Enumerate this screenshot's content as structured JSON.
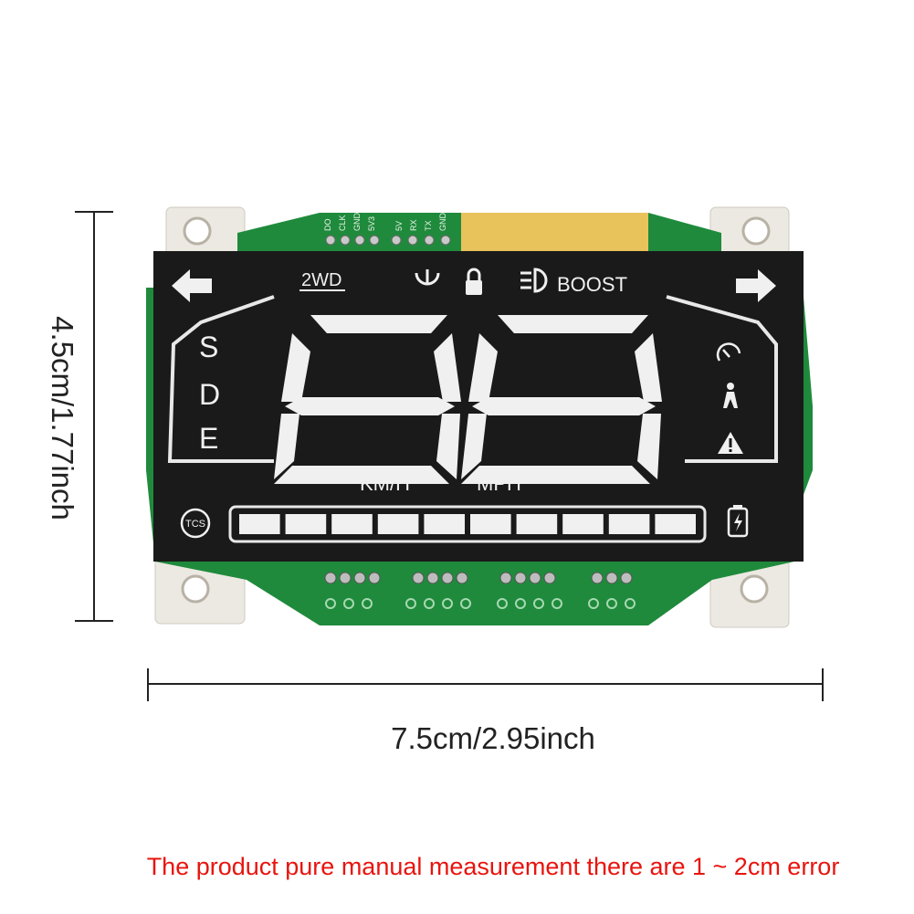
{
  "dimensions": {
    "height_label": "4.5cm/1.77inch",
    "width_label": "7.5cm/2.95inch"
  },
  "display": {
    "drive_mode": "2WD",
    "boost_label": "BOOST",
    "gear_letters": [
      "S",
      "D",
      "E"
    ],
    "speed_digits": "88",
    "unit_kmh": "KM/H",
    "unit_mph": "MPH",
    "tcs_label": "TCS",
    "battery_segments": 10
  },
  "pcb": {
    "top_pins_left": [
      "DO",
      "CLK",
      "GND",
      "5V3"
    ],
    "top_pins_right": [
      "5V",
      "RX",
      "TX",
      "GND"
    ]
  },
  "note": "The product pure manual measurement there are 1 ~ 2cm error",
  "colors": {
    "pcb_green": "#1f8a3c",
    "display_black": "#1a1a1a",
    "segment_white": "#f0f0f0",
    "note_red": "#e8140e"
  },
  "icons": [
    "left-arrow-icon",
    "right-arrow-icon",
    "tire-pressure-icon",
    "lock-icon",
    "headlight-icon",
    "speedometer-icon",
    "walk-icon",
    "warning-icon",
    "battery-icon"
  ]
}
